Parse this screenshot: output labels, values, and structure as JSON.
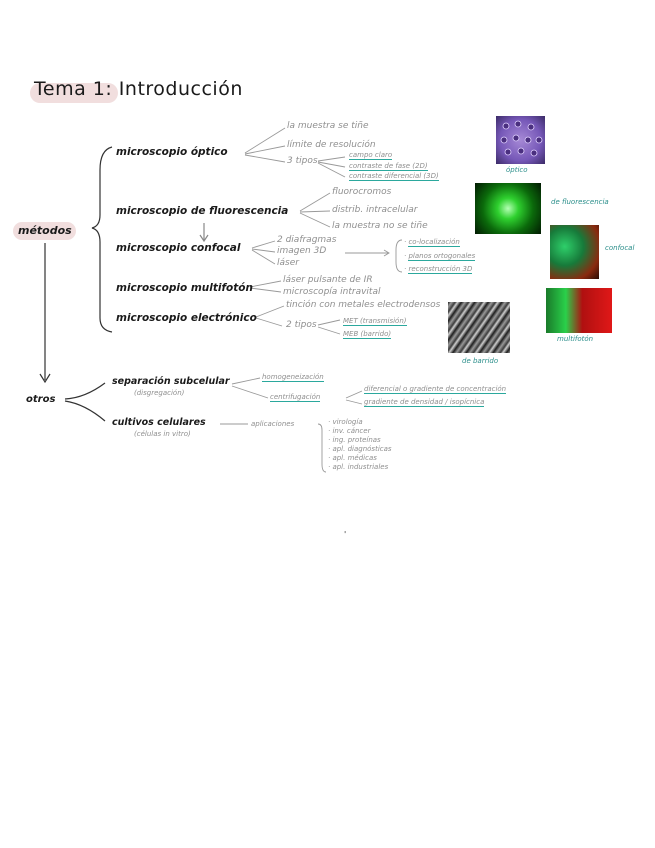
{
  "title": {
    "prefix": "Tema 1",
    "suffix": ": Introducción"
  },
  "metodos": {
    "label": "métodos",
    "branches": [
      {
        "name": "microscopio óptico",
        "items": [
          "la muestra se tiñe",
          "límite de resolución",
          "3 tipos"
        ]
      },
      {
        "name": "microscopio de fluorescencia",
        "items": [
          "fluorocromos",
          "distrib. intracelular",
          "la muestra no se tiñe"
        ]
      },
      {
        "name": "microscopio confocal",
        "items": [
          "2 diafragmas",
          "imagen 3D",
          "láser"
        ]
      },
      {
        "name": "microscopio multifotón",
        "items": [
          "láser pulsante de IR",
          "microscopía intravital"
        ]
      },
      {
        "name": "microscopio electrónico",
        "items": [
          "tinción con metales electrodensos",
          "2 tipos"
        ]
      }
    ],
    "optico_tipos": [
      "campo claro",
      "contraste de fase (2D)",
      "contraste diferencial (3D)"
    ],
    "confocal_extra": [
      "co-localización",
      "planos ortogonales",
      "reconstrucción 3D"
    ],
    "electronico_tipos": [
      "MET (transmisión)",
      "MEB (barrido)"
    ]
  },
  "otros": {
    "label": "otros",
    "separacion": {
      "name": "separación subcelular",
      "note": "(disgregación)",
      "homog": "homogeneización",
      "centri": "centrifugación",
      "dif": "diferencial o gradiente de concentración",
      "grad": "gradiente de densidad / isopícnica"
    },
    "cultivos": {
      "name": "cultivos celulares",
      "note": "(células in vitro)",
      "apl": "aplicaciones",
      "list": [
        "virología",
        "inv. cáncer",
        "ing. proteínas",
        "apl. diagnósticas",
        "apl. médicas",
        "apl. industriales"
      ]
    }
  },
  "image_captions": {
    "optico": "óptico",
    "fluor": "de fluorescencia",
    "confocal": "confocal",
    "barrido": "de barrido",
    "multifoton": "multifotón"
  },
  "page_mark": "'",
  "colors": {
    "highlight": "#f1dede",
    "teal": "#2ba89d",
    "ink": "#1a1a1a",
    "grey": "#8f8f8f"
  }
}
